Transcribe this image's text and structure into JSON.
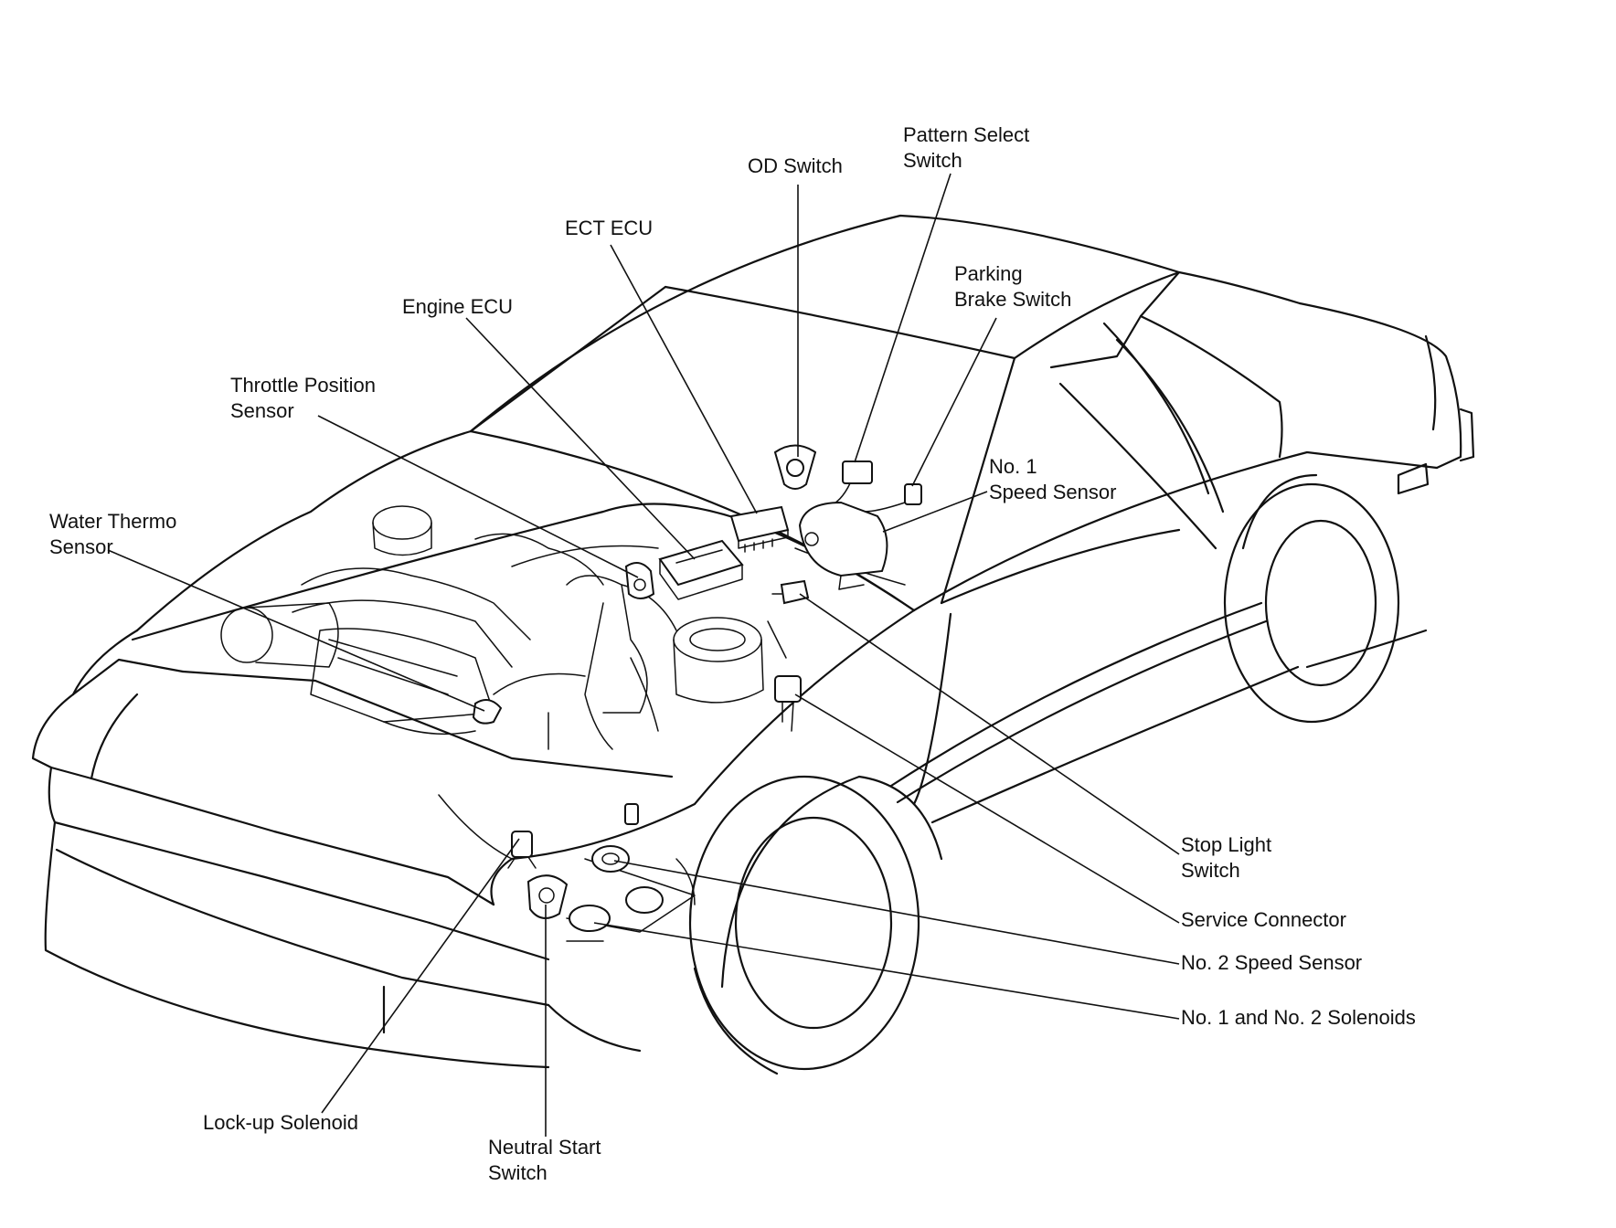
{
  "diagram": {
    "labels": {
      "pattern_select_switch": [
        "Pattern Select",
        "Switch"
      ],
      "od_switch": [
        "OD Switch"
      ],
      "ect_ecu": [
        "ECT ECU"
      ],
      "parking_brake_switch": [
        "Parking",
        "Brake Switch"
      ],
      "engine_ecu": [
        "Engine ECU"
      ],
      "throttle_position_sensor": [
        "Throttle Position",
        "Sensor"
      ],
      "no1_speed_sensor": [
        "No. 1",
        "Speed Sensor"
      ],
      "water_thermo_sensor": [
        "Water Thermo",
        "Sensor"
      ],
      "stop_light_switch": [
        "Stop Light",
        "Switch"
      ],
      "service_connector": [
        "Service Connector"
      ],
      "no2_speed_sensor": [
        "No. 2 Speed Sensor"
      ],
      "no1_no2_solenoids": [
        "No. 1 and No. 2 Solenoids"
      ],
      "lockup_solenoid": [
        "Lock-up Solenoid"
      ],
      "neutral_start_switch": [
        "Neutral Start",
        "Switch"
      ]
    }
  }
}
